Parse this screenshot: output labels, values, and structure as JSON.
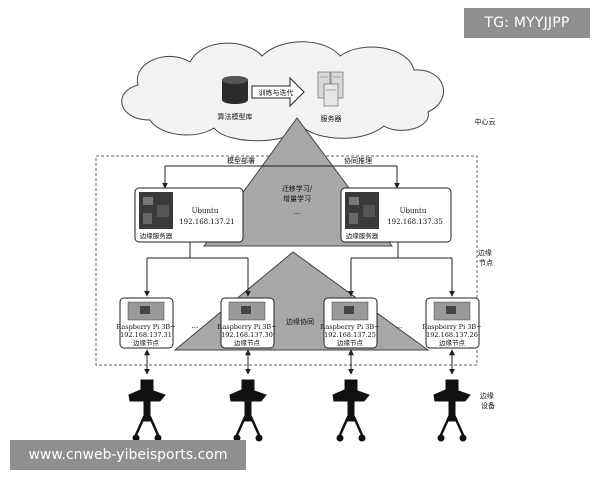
{
  "cloud": {
    "model_repo_label": "算法模型库",
    "training_label": "训练与迭代",
    "server_label": "服务器",
    "region_label": "中心云"
  },
  "triangle": {
    "line1": "迁移学习/",
    "line2": "增量学习",
    "ellipsis": "..."
  },
  "arrows": {
    "model_deploy": "模型部署",
    "co_inference": "协同推理"
  },
  "edge_servers": [
    {
      "os": "Ubuntu",
      "ip": "192.168.137.21",
      "caption": "边缘服务器"
    },
    {
      "os": "Ubuntu",
      "ip": "192.168.137.35",
      "caption": "边缘服务器"
    }
  ],
  "edge_nodes_region": "边缘\n节点",
  "collaboration_label": "边缘协同",
  "pis": [
    {
      "model": "Raspberry Pi 3B+",
      "ip": "192.168.137.31",
      "caption": "边缘节点"
    },
    {
      "model": "Raspberry Pi 3B+",
      "ip": "192.168.137.30",
      "caption": "边缘节点"
    },
    {
      "model": "Raspberry Pi 3B+",
      "ip": "192.168.137.25",
      "caption": "边缘节点"
    },
    {
      "model": "Raspberry Pi 3B+",
      "ip": "192.168.137.26",
      "caption": "边缘节点"
    }
  ],
  "pi_ellipsis": "...",
  "devices_region": "边缘\n设备",
  "watermarks": {
    "tg": "TG: MYYJJPP",
    "url": "www.cnweb-yibeisports.com"
  },
  "colors": {
    "triangle_fill": "#a8a8a8",
    "cloud_fill": "#f3f3f3",
    "line": "#222222"
  }
}
